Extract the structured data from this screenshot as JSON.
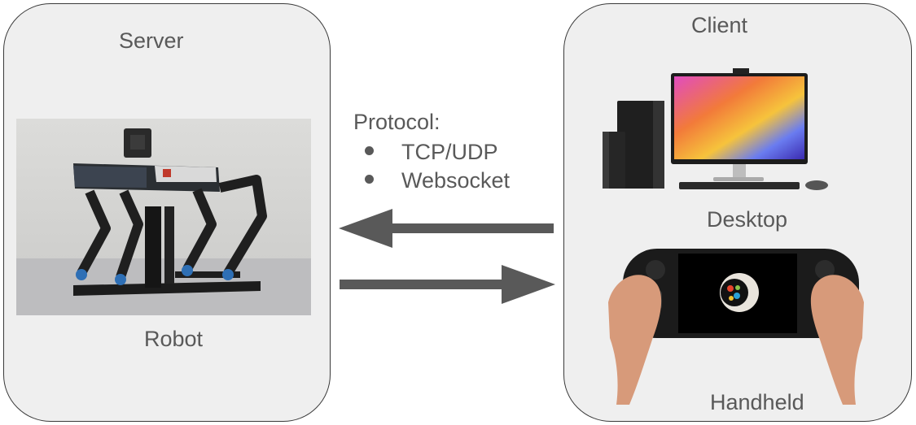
{
  "server": {
    "title": "Server",
    "device_label": "Robot"
  },
  "client": {
    "title": "Client",
    "desktop_label": "Desktop",
    "handheld_label": "Handheld"
  },
  "protocol": {
    "title": "Protocol:",
    "items": [
      "TCP/UDP",
      "Websocket"
    ]
  },
  "arrows": {
    "top_direction": "left",
    "bottom_direction": "right",
    "color": "#595959"
  },
  "colors": {
    "panel_fill": "#efefef",
    "panel_border": "#3a3a3a",
    "text": "#595959"
  },
  "icons": {
    "robot": "quadruped-robot-photo",
    "desktop": "desktop-computer-icon",
    "handheld": "handheld-console-icon"
  }
}
